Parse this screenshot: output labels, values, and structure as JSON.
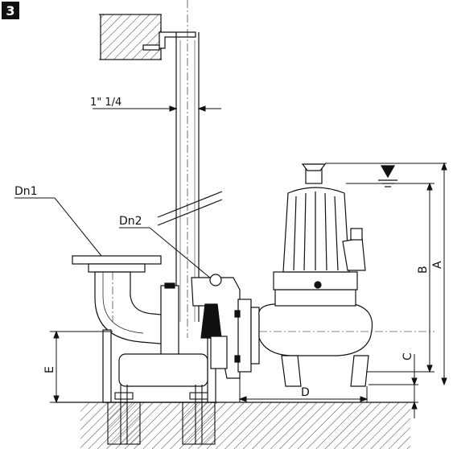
{
  "figure": {
    "number": "3"
  },
  "labels": {
    "pipe_size": "1\" 1/4",
    "dn1": "Dn1",
    "dn2": "Dn2",
    "dim_a": "A",
    "dim_b": "B",
    "dim_c": "C",
    "dim_d": "D",
    "dim_e": "E"
  },
  "colors": {
    "ink": "#111111",
    "background": "#ffffff",
    "hatch": "#444444"
  }
}
